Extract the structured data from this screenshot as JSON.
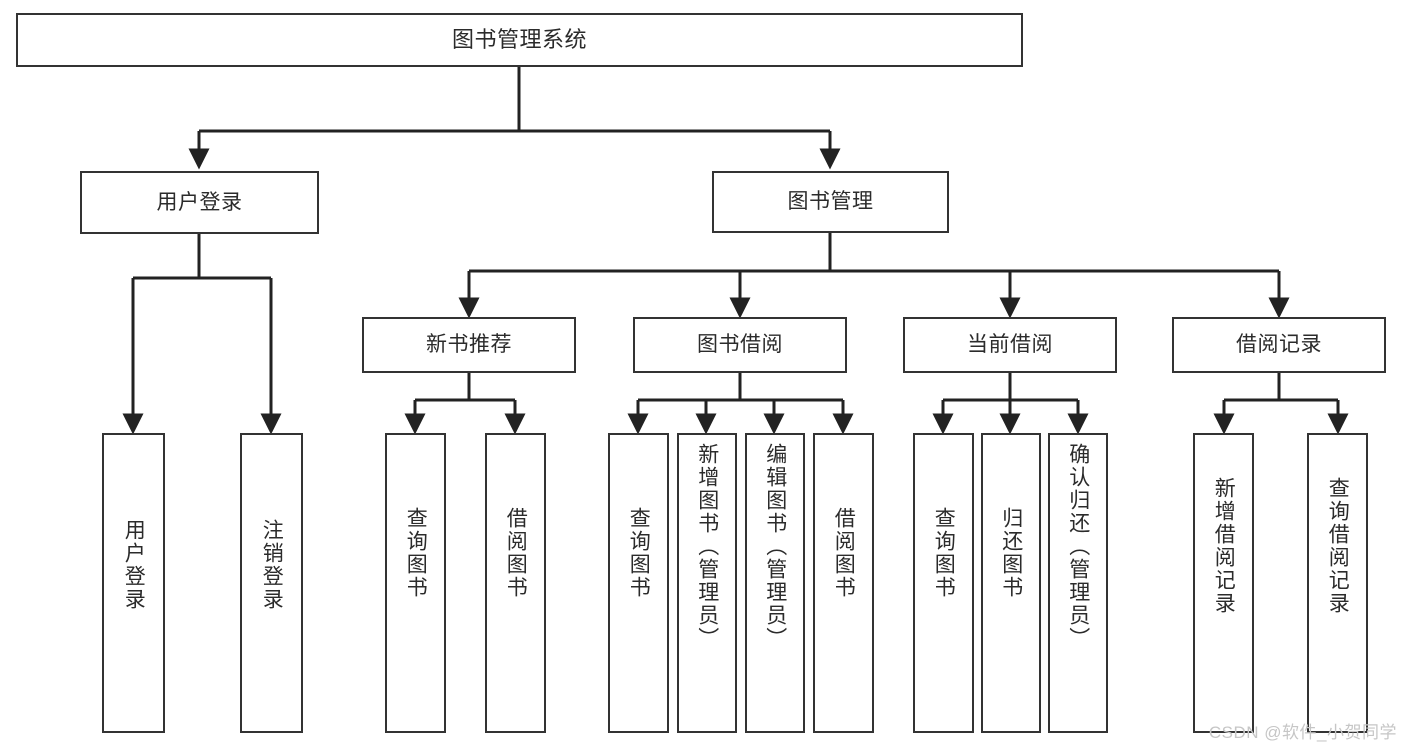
{
  "diagram": {
    "title": "图书管理系统",
    "watermark": "CSDN @软件_小贺同学",
    "colors": {
      "box_border": "#333333",
      "connector": "#222222",
      "text": "#2b2b2b",
      "background": "#ffffff",
      "watermark": "#c6c6c6"
    },
    "root": {
      "label": "图书管理系统"
    },
    "level2": [
      {
        "label": "用户登录"
      },
      {
        "label": "图书管理"
      }
    ],
    "level3": [
      {
        "label": "新书推荐"
      },
      {
        "label": "图书借阅"
      },
      {
        "label": "当前借阅"
      },
      {
        "label": "借阅记录"
      }
    ],
    "leaves": {
      "user_login": [
        {
          "label": "用户登录"
        },
        {
          "label": "注销登录"
        }
      ],
      "new_book_recommend": [
        {
          "label": "查询图书"
        },
        {
          "label": "借阅图书"
        }
      ],
      "book_borrow": [
        {
          "label": "查询图书"
        },
        {
          "label": "新增图书（管理员）"
        },
        {
          "label": "编辑图书（管理员）"
        },
        {
          "label": "借阅图书"
        }
      ],
      "current_borrow": [
        {
          "label": "查询图书"
        },
        {
          "label": "归还图书"
        },
        {
          "label": "确认归还（管理员）"
        }
      ],
      "borrow_records": [
        {
          "label": "新增借阅记录"
        },
        {
          "label": "查询借阅记录"
        }
      ]
    }
  }
}
